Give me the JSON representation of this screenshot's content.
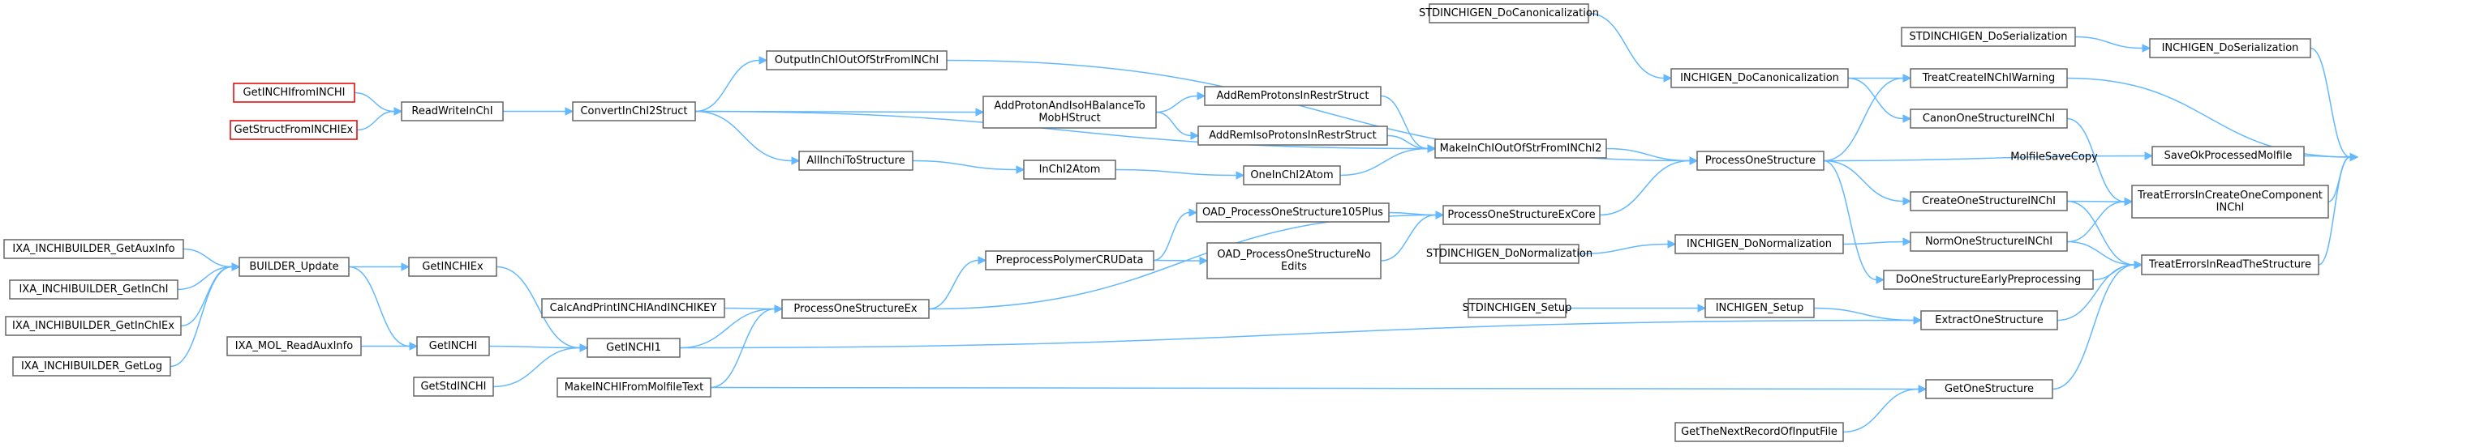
{
  "nodes": [
    {
      "id": "root",
      "lines": [
        "MolfileSaveCopy"
      ],
      "style": "root"
    },
    {
      "id": "INCHIGEN_DoSerialization",
      "lines": [
        "INCHIGEN_DoSerialization"
      ]
    },
    {
      "id": "STDINCHIGEN_DoSerialization",
      "lines": [
        "STDINCHIGEN_DoSerialization"
      ]
    },
    {
      "id": "SaveOkProcessedMolfile",
      "lines": [
        "SaveOkProcessedMolfile"
      ]
    },
    {
      "id": "TreatCreateINChIWarning",
      "lines": [
        "TreatCreateINChIWarning"
      ]
    },
    {
      "id": "TreatErrorsInCreateOneComponentINChI",
      "lines": [
        "TreatErrorsInCreateOneComponent",
        "INChI"
      ]
    },
    {
      "id": "TreatErrorsInReadTheStructure",
      "lines": [
        "TreatErrorsInReadTheStructure"
      ]
    },
    {
      "id": "STDINCHIGEN_DoCanonicalization",
      "lines": [
        "STDINCHIGEN_DoCanonicalization"
      ]
    },
    {
      "id": "INCHIGEN_DoCanonicalization",
      "lines": [
        "INCHIGEN_DoCanonicalization"
      ]
    },
    {
      "id": "CanonOneStructureINChI",
      "lines": [
        "CanonOneStructureINChI"
      ]
    },
    {
      "id": "ProcessOneStructure",
      "lines": [
        "ProcessOneStructure"
      ]
    },
    {
      "id": "CreateOneStructureINChI",
      "lines": [
        "CreateOneStructureINChI"
      ]
    },
    {
      "id": "NormOneStructureINChI",
      "lines": [
        "NormOneStructureINChI"
      ]
    },
    {
      "id": "DoOneStructureEarlyPreprocessing",
      "lines": [
        "DoOneStructureEarlyPreprocessing"
      ]
    },
    {
      "id": "ExtractOneStructure",
      "lines": [
        "ExtractOneStructure"
      ]
    },
    {
      "id": "GetOneStructure",
      "lines": [
        "GetOneStructure"
      ]
    },
    {
      "id": "STDINCHIGEN_DoNormalization",
      "lines": [
        "STDINCHIGEN_DoNormalization"
      ]
    },
    {
      "id": "INCHIGEN_DoNormalization",
      "lines": [
        "INCHIGEN_DoNormalization"
      ]
    },
    {
      "id": "STDINCHIGEN_Setup",
      "lines": [
        "STDINCHIGEN_Setup"
      ]
    },
    {
      "id": "INCHIGEN_Setup",
      "lines": [
        "INCHIGEN_Setup"
      ]
    },
    {
      "id": "GetTheNextRecordOfInputFile",
      "lines": [
        "GetTheNextRecordOfInputFile"
      ]
    },
    {
      "id": "OutputInChIOutOfStrFromINChI",
      "lines": [
        "OutputInChIOutOfStrFromINChI"
      ]
    },
    {
      "id": "MakeInChIOutOfStrFromINChI2",
      "lines": [
        "MakeInChIOutOfStrFromINChI2"
      ]
    },
    {
      "id": "ProcessOneStructureExCore",
      "lines": [
        "ProcessOneStructureExCore"
      ]
    },
    {
      "id": "AddRemProtonsInRestrStruct",
      "lines": [
        "AddRemProtonsInRestrStruct"
      ]
    },
    {
      "id": "AddRemIsoProtonsInRestrStruct",
      "lines": [
        "AddRemIsoProtonsInRestrStruct"
      ]
    },
    {
      "id": "OneInChI2Atom",
      "lines": [
        "OneInChI2Atom"
      ]
    },
    {
      "id": "AddProtonAndIsoHBalanceToMobHStruct",
      "lines": [
        "AddProtonAndIsoHBalanceTo",
        "MobHStruct"
      ]
    },
    {
      "id": "InChI2Atom",
      "lines": [
        "InChI2Atom"
      ]
    },
    {
      "id": "OAD_ProcessOneStructure105Plus",
      "lines": [
        "OAD_ProcessOneStructure105Plus"
      ]
    },
    {
      "id": "OAD_ProcessOneStructureNoEdits",
      "lines": [
        "OAD_ProcessOneStructureNo",
        "Edits"
      ]
    },
    {
      "id": "PreprocessPolymerCRUData",
      "lines": [
        "PreprocessPolymerCRUData"
      ]
    },
    {
      "id": "ProcessOneStructureEx",
      "lines": [
        "ProcessOneStructureEx"
      ]
    },
    {
      "id": "ConvertInChI2Struct",
      "lines": [
        "ConvertInChI2Struct"
      ]
    },
    {
      "id": "AllInchiToStructure",
      "lines": [
        "AllInchiToStructure"
      ]
    },
    {
      "id": "ReadWriteInChI",
      "lines": [
        "ReadWriteInChI"
      ]
    },
    {
      "id": "GetINCHIfromINCHI",
      "lines": [
        "GetINCHIfromINCHI"
      ],
      "style": "red"
    },
    {
      "id": "GetStructFromINCHIEx",
      "lines": [
        "GetStructFromINCHIEx"
      ],
      "style": "red"
    },
    {
      "id": "CalcAndPrintINCHIAndINCHIKEY",
      "lines": [
        "CalcAndPrintINCHIAndINCHIKEY"
      ]
    },
    {
      "id": "GetINCHI1",
      "lines": [
        "GetINCHI1"
      ]
    },
    {
      "id": "MakeINCHIFromMolfileText",
      "lines": [
        "MakeINCHIFromMolfileText"
      ]
    },
    {
      "id": "GetINCHIEx",
      "lines": [
        "GetINCHIEx"
      ]
    },
    {
      "id": "GetINCHI",
      "lines": [
        "GetINCHI"
      ]
    },
    {
      "id": "GetStdINCHI",
      "lines": [
        "GetStdINCHI"
      ]
    },
    {
      "id": "BUILDER_Update",
      "lines": [
        "BUILDER_Update"
      ]
    },
    {
      "id": "IXA_MOL_ReadAuxInfo",
      "lines": [
        "IXA_MOL_ReadAuxInfo"
      ]
    },
    {
      "id": "IXA_INCHIBUILDER_GetAuxInfo",
      "lines": [
        "IXA_INCHIBUILDER_GetAuxInfo"
      ]
    },
    {
      "id": "IXA_INCHIBUILDER_GetInChI",
      "lines": [
        "IXA_INCHIBUILDER_GetInChI"
      ]
    },
    {
      "id": "IXA_INCHIBUILDER_GetInChIEx",
      "lines": [
        "IXA_INCHIBUILDER_GetInChIEx"
      ]
    },
    {
      "id": "IXA_INCHIBUILDER_GetLog",
      "lines": [
        "IXA_INCHIBUILDER_GetLog"
      ]
    }
  ],
  "edges": [
    [
      "INCHIGEN_DoSerialization",
      "root"
    ],
    [
      "SaveOkProcessedMolfile",
      "root"
    ],
    [
      "TreatCreateINChIWarning",
      "root"
    ],
    [
      "TreatErrorsInCreateOneComponentINChI",
      "root"
    ],
    [
      "TreatErrorsInReadTheStructure",
      "root"
    ],
    [
      "STDINCHIGEN_DoSerialization",
      "INCHIGEN_DoSerialization"
    ],
    [
      "ProcessOneStructure",
      "SaveOkProcessedMolfile"
    ],
    [
      "INCHIGEN_DoCanonicalization",
      "TreatCreateINChIWarning"
    ],
    [
      "ProcessOneStructure",
      "TreatCreateINChIWarning"
    ],
    [
      "CanonOneStructureINChI",
      "TreatErrorsInCreateOneComponentINChI"
    ],
    [
      "CreateOneStructureINChI",
      "TreatErrorsInCreateOneComponentINChI"
    ],
    [
      "NormOneStructureINChI",
      "TreatErrorsInCreateOneComponentINChI"
    ],
    [
      "CreateOneStructureINChI",
      "TreatErrorsInReadTheStructure"
    ],
    [
      "NormOneStructureINChI",
      "TreatErrorsInReadTheStructure"
    ],
    [
      "DoOneStructureEarlyPreprocessing",
      "TreatErrorsInReadTheStructure"
    ],
    [
      "ExtractOneStructure",
      "TreatErrorsInReadTheStructure"
    ],
    [
      "GetOneStructure",
      "TreatErrorsInReadTheStructure"
    ],
    [
      "STDINCHIGEN_DoCanonicalization",
      "INCHIGEN_DoCanonicalization"
    ],
    [
      "INCHIGEN_DoCanonicalization",
      "CanonOneStructureINChI"
    ],
    [
      "ProcessOneStructure",
      "CreateOneStructureINChI"
    ],
    [
      "INCHIGEN_DoNormalization",
      "NormOneStructureINChI"
    ],
    [
      "ProcessOneStructure",
      "DoOneStructureEarlyPreprocessing"
    ],
    [
      "INCHIGEN_Setup",
      "ExtractOneStructure"
    ],
    [
      "GetINCHI1",
      "ExtractOneStructure"
    ],
    [
      "MakeINCHIFromMolfileText",
      "GetOneStructure"
    ],
    [
      "GetTheNextRecordOfInputFile",
      "GetOneStructure"
    ],
    [
      "STDINCHIGEN_DoNormalization",
      "INCHIGEN_DoNormalization"
    ],
    [
      "STDINCHIGEN_Setup",
      "INCHIGEN_Setup"
    ],
    [
      "OutputInChIOutOfStrFromINChI",
      "ProcessOneStructure"
    ],
    [
      "MakeInChIOutOfStrFromINChI2",
      "ProcessOneStructure"
    ],
    [
      "ProcessOneStructureExCore",
      "ProcessOneStructure"
    ],
    [
      "AddRemProtonsInRestrStruct",
      "MakeInChIOutOfStrFromINChI2"
    ],
    [
      "AddRemIsoProtonsInRestrStruct",
      "MakeInChIOutOfStrFromINChI2"
    ],
    [
      "OneInChI2Atom",
      "MakeInChIOutOfStrFromINChI2"
    ],
    [
      "ConvertInChI2Struct",
      "MakeInChIOutOfStrFromINChI2"
    ],
    [
      "OAD_ProcessOneStructure105Plus",
      "ProcessOneStructureExCore"
    ],
    [
      "OAD_ProcessOneStructureNoEdits",
      "ProcessOneStructureExCore"
    ],
    [
      "ProcessOneStructureEx",
      "ProcessOneStructureExCore"
    ],
    [
      "AddProtonAndIsoHBalanceToMobHStruct",
      "AddRemProtonsInRestrStruct"
    ],
    [
      "AddProtonAndIsoHBalanceToMobHStruct",
      "AddRemIsoProtonsInRestrStruct"
    ],
    [
      "InChI2Atom",
      "OneInChI2Atom"
    ],
    [
      "ConvertInChI2Struct",
      "AddProtonAndIsoHBalanceToMobHStruct"
    ],
    [
      "AllInchiToStructure",
      "InChI2Atom"
    ],
    [
      "PreprocessPolymerCRUData",
      "OAD_ProcessOneStructure105Plus"
    ],
    [
      "PreprocessPolymerCRUData",
      "OAD_ProcessOneStructureNoEdits"
    ],
    [
      "ProcessOneStructureEx",
      "PreprocessPolymerCRUData"
    ],
    [
      "ConvertInChI2Struct",
      "OutputInChIOutOfStrFromINChI"
    ],
    [
      "ConvertInChI2Struct",
      "AllInchiToStructure"
    ],
    [
      "ReadWriteInChI",
      "ConvertInChI2Struct"
    ],
    [
      "GetINCHIfromINCHI",
      "ReadWriteInChI"
    ],
    [
      "GetStructFromINCHIEx",
      "ReadWriteInChI"
    ],
    [
      "CalcAndPrintINCHIAndINCHIKEY",
      "ProcessOneStructureEx"
    ],
    [
      "GetINCHI1",
      "ProcessOneStructureEx"
    ],
    [
      "MakeINCHIFromMolfileText",
      "ProcessOneStructureEx"
    ],
    [
      "GetINCHIEx",
      "GetINCHI1"
    ],
    [
      "GetINCHI",
      "GetINCHI1"
    ],
    [
      "GetStdINCHI",
      "GetINCHI1"
    ],
    [
      "BUILDER_Update",
      "GetINCHIEx"
    ],
    [
      "BUILDER_Update",
      "GetINCHI"
    ],
    [
      "IXA_MOL_ReadAuxInfo",
      "GetINCHI"
    ],
    [
      "IXA_INCHIBUILDER_GetAuxInfo",
      "BUILDER_Update"
    ],
    [
      "IXA_INCHIBUILDER_GetInChI",
      "BUILDER_Update"
    ],
    [
      "IXA_INCHIBUILDER_GetInChIEx",
      "BUILDER_Update"
    ],
    [
      "IXA_INCHIBUILDER_GetLog",
      "BUILDER_Update"
    ]
  ]
}
